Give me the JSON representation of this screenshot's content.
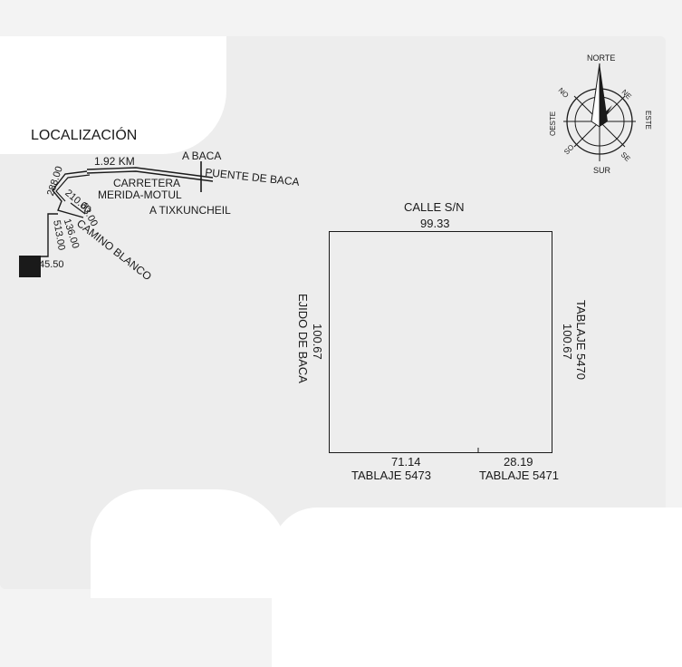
{
  "location_map": {
    "title": "LOCALIZACIÓN",
    "distance_label": "1.92 KM",
    "to_baca": "A BACA",
    "bridge": "PUENTE DE BACA",
    "highway_line1": "CARRETERA",
    "highway_line2": "MERIDA-MOTUL",
    "to_tixkuncheil": "A TIXKUNCHEIL",
    "seg_288": "288.00",
    "seg_210": "210.00",
    "seg_83": "83.00",
    "seg_513": "513.00",
    "seg_136": "136.00",
    "road_name": "CAMINO BLANCO",
    "seg_45": "45.50"
  },
  "lot": {
    "north_name": "CALLE S/N",
    "north_length": "99.33",
    "west_name": "EJIDO DE BACA",
    "west_length": "100.67",
    "east_name": "TABLAJE 5470",
    "east_length": "100.67",
    "south_left_length": "71.14",
    "south_left_name": "TABLAJE 5473",
    "south_right_length": "28.19",
    "south_right_name": "TABLAJE 5471"
  },
  "compass": {
    "north": "NORTE",
    "south": "SUR",
    "west": "OESTE",
    "east": "ESTE",
    "nw": "NO",
    "ne": "NE",
    "sw": "SO",
    "se": "SE"
  },
  "colors": {
    "ink": "#1a1a1a",
    "paper": "#ededed"
  }
}
